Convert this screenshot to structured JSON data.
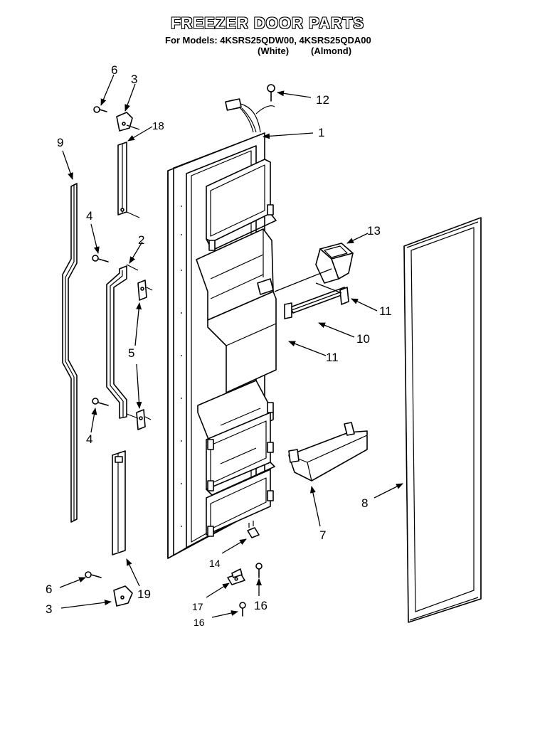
{
  "header": {
    "title": "FREEZER DOOR PARTS",
    "models_line": "For Models: 4KSRS25QDW00, 4KSRS25QDA00",
    "variant_white": "(White)",
    "variant_almond": "(Almond)"
  },
  "callouts": {
    "c1": "1",
    "c2": "2",
    "c3a": "3",
    "c3b": "3",
    "c4a": "4",
    "c4b": "4",
    "c5": "5",
    "c6a": "6",
    "c6b": "6",
    "c7": "7",
    "c8": "8",
    "c9": "9",
    "c10": "10",
    "c11a": "11",
    "c11b": "11",
    "c12": "12",
    "c13": "13",
    "c14": "14",
    "c16a": "16",
    "c16b": "16",
    "c17": "17",
    "c18": "18",
    "c19": "19"
  }
}
